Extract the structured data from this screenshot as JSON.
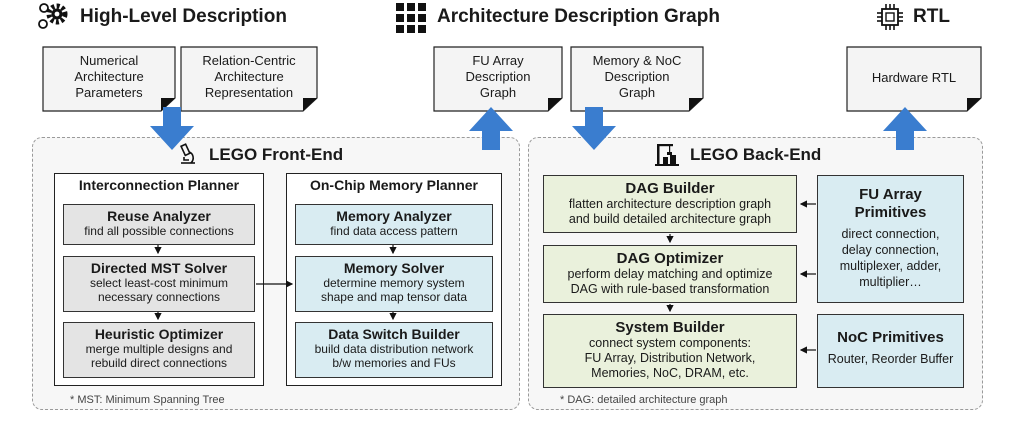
{
  "headers": {
    "high_level": "High-Level Description",
    "adg": "Architecture Description Graph",
    "rtl": "RTL"
  },
  "docs": {
    "numerical": "Numerical\nArchitecture\nParameters",
    "relation": "Relation-Centric\nArchitecture\nRepresentation",
    "fu_array_graph": "FU Array\nDescription\nGraph",
    "memory_noc_graph": "Memory & NoC\nDescription\nGraph",
    "hardware_rtl": "Hardware RTL"
  },
  "frontend": {
    "title": "LEGO Front-End",
    "footnote": "* MST: Minimum Spanning Tree",
    "interconnection_planner": {
      "title": "Interconnection Planner",
      "modules": [
        {
          "title": "Reuse Analyzer",
          "desc": "find all possible connections"
        },
        {
          "title": "Directed MST Solver",
          "desc": "select least-cost minimum\nnecessary connections"
        },
        {
          "title": "Heuristic Optimizer",
          "desc": "merge multiple designs and\nrebuild direct connections"
        }
      ]
    },
    "memory_planner": {
      "title": "On-Chip Memory Planner",
      "modules": [
        {
          "title": "Memory Analyzer",
          "desc": "find data access pattern"
        },
        {
          "title": "Memory Solver",
          "desc": "determine memory system\nshape and map tensor data"
        },
        {
          "title": "Data Switch Builder",
          "desc": "build data distribution network\nb/w memories and FUs"
        }
      ]
    }
  },
  "backend": {
    "title": "LEGO Back-End",
    "footnote": "* DAG: detailed architecture graph",
    "modules": [
      {
        "title": "DAG Builder",
        "desc": "flatten architecture description graph\nand build detailed architecture graph"
      },
      {
        "title": "DAG Optimizer",
        "desc": "perform delay matching and optimize\nDAG with rule-based transformation"
      },
      {
        "title": "System Builder",
        "desc": "connect system components:\nFU Array, Distribution Network,\nMemories, NoC, DRAM, etc."
      }
    ],
    "primitives": [
      {
        "title": "FU Array\nPrimitives",
        "desc": "direct connection,\ndelay connection,\nmultiplexer, adder,\nmultiplier…"
      },
      {
        "title": "NoC Primitives",
        "desc": "Router, Reorder Buffer"
      }
    ]
  },
  "colors": {
    "arrow_blue": "#3a7dcf",
    "gray_module": "#e4e4e4",
    "blue_module": "#d9ecf2",
    "green_module": "#eaf1dc",
    "region_bg": "#f7f7f7"
  },
  "icons": [
    "gears-icon",
    "grid-icon",
    "chip-icon",
    "microscope-icon",
    "crane-icon"
  ]
}
